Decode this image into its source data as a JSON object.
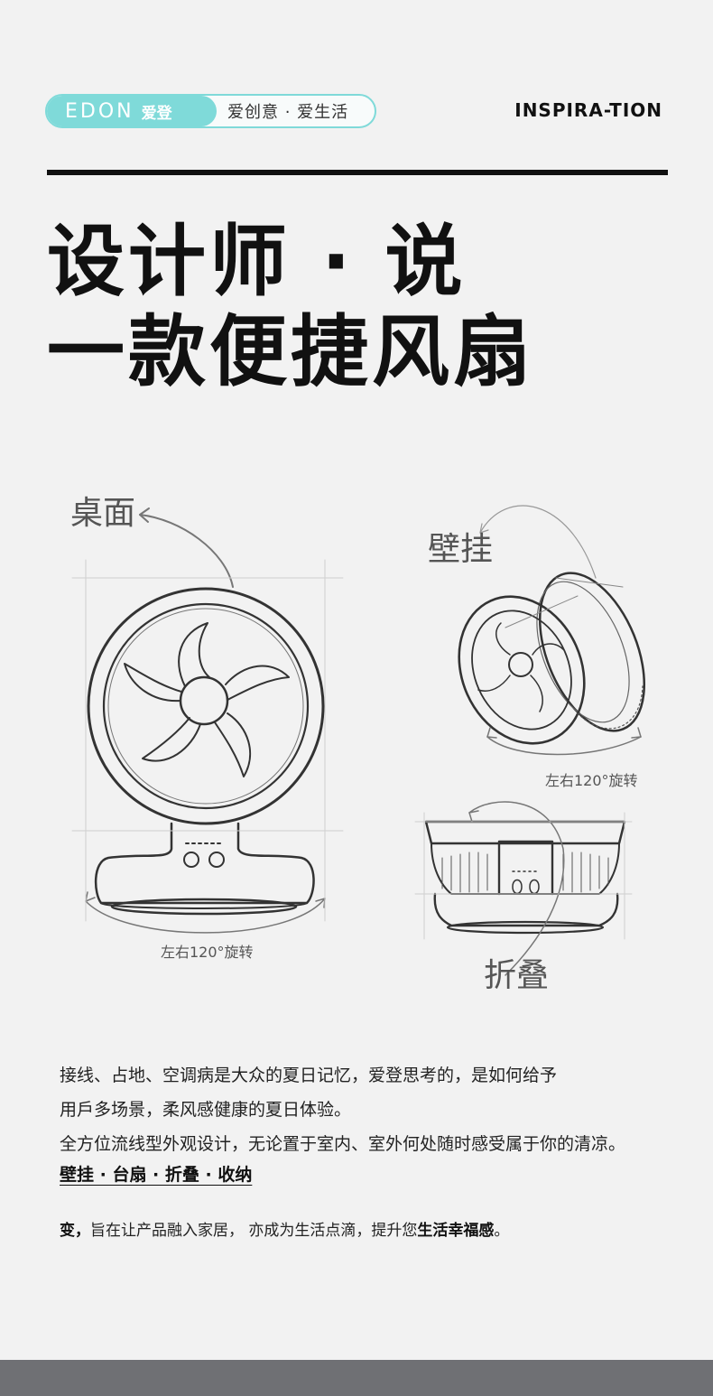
{
  "header": {
    "brand_logo": "EDON",
    "brand_cn": "爱登",
    "slogan": "爱创意 · 爱生活",
    "tag": "INSPIRA-TION",
    "accent_color": "#7fdad9"
  },
  "title": {
    "line1": "设计师 · 说",
    "line2": "一款便捷风扇"
  },
  "sketch_labels": {
    "desk": "桌面",
    "wall": "壁挂",
    "fold": "折叠",
    "rotate_left": "左右120°旋转",
    "rotate_right": "左右120°旋转"
  },
  "body": {
    "para1_line1": "接线、占地、空调病是大众的夏日记忆，爱登思考的，是如何给予",
    "para1_line2": "用戶多场景，柔风感健康的夏日体验。",
    "para2": "全方位流线型外观设计，无论置于室内、室外何处随时感受属于你的清凉。",
    "features": "壁挂 · 台扇 · 折叠 · 收纳",
    "closing_prefix": "变，",
    "closing_middle": "旨在让产品融入家居， 亦成为生活点滴，提升您",
    "closing_bold": "生活幸福感",
    "closing_end": "。"
  }
}
